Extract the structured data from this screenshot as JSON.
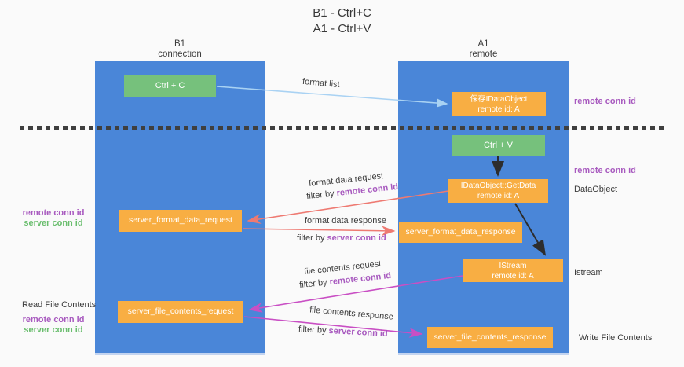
{
  "title": {
    "line1": "B1 - Ctrl+C",
    "line2": "A1 - Ctrl+V"
  },
  "columns": {
    "b1": {
      "name": "B1",
      "subtitle": "connection"
    },
    "a1": {
      "name": "A1",
      "subtitle": "remote"
    }
  },
  "nodes": {
    "ctrl_c": {
      "label": "Ctrl + C"
    },
    "save_idataobject": {
      "line1": "保存IDataObject",
      "line2": "remote id: A"
    },
    "ctrl_v": {
      "label": "Ctrl + V"
    },
    "getdata": {
      "line1": "IDataObject::GetData",
      "line2": "remote id: A"
    },
    "istream": {
      "line1": "IStream",
      "line2": "remote id: A"
    },
    "server_format_data_request": {
      "label": "server_format_data_request"
    },
    "server_format_data_response": {
      "label": "server_format_data_response"
    },
    "server_file_contents_request": {
      "label": "server_file_contents_request"
    },
    "server_file_contents_response": {
      "label": "server_file_contents_response"
    }
  },
  "edge_labels": {
    "format_list": "format list",
    "format_data_request": {
      "text": "format data request",
      "filter_prefix": "filter by ",
      "filter_key": "remote conn id"
    },
    "format_data_response": {
      "text": "format data response",
      "filter_prefix": "filter by ",
      "filter_key": "server conn id"
    },
    "file_contents_request": {
      "text": "file contents request",
      "filter_prefix": "filter by ",
      "filter_key": "remote conn id"
    },
    "file_contents_response": {
      "text": "file contents response",
      "filter_prefix": "filter by ",
      "filter_key": "server conn id"
    }
  },
  "side_labels": {
    "right": {
      "remote_conn_id_top": "remote conn id",
      "remote_conn_id_mid": "remote conn id",
      "dataobject": "DataObject",
      "istream": "Istream",
      "write_file_contents": "Write File Contents"
    },
    "left": {
      "remote_conn_id_1": "remote conn id",
      "server_conn_id_1": "server conn id",
      "read_file_contents": "Read File Contents",
      "remote_conn_id_2": "remote conn id",
      "server_conn_id_2": "server conn id"
    }
  },
  "colors": {
    "column_blue": "#4a86d8",
    "node_green": "#76c17c",
    "node_orange": "#f8ae43",
    "arrow_light_blue": "#a9d2f3",
    "arrow_black": "#2d2d2d",
    "arrow_red": "#ee7a72",
    "arrow_magenta": "#c94fc4",
    "label_purple": "#a85abf",
    "label_green": "#69bd6d"
  }
}
